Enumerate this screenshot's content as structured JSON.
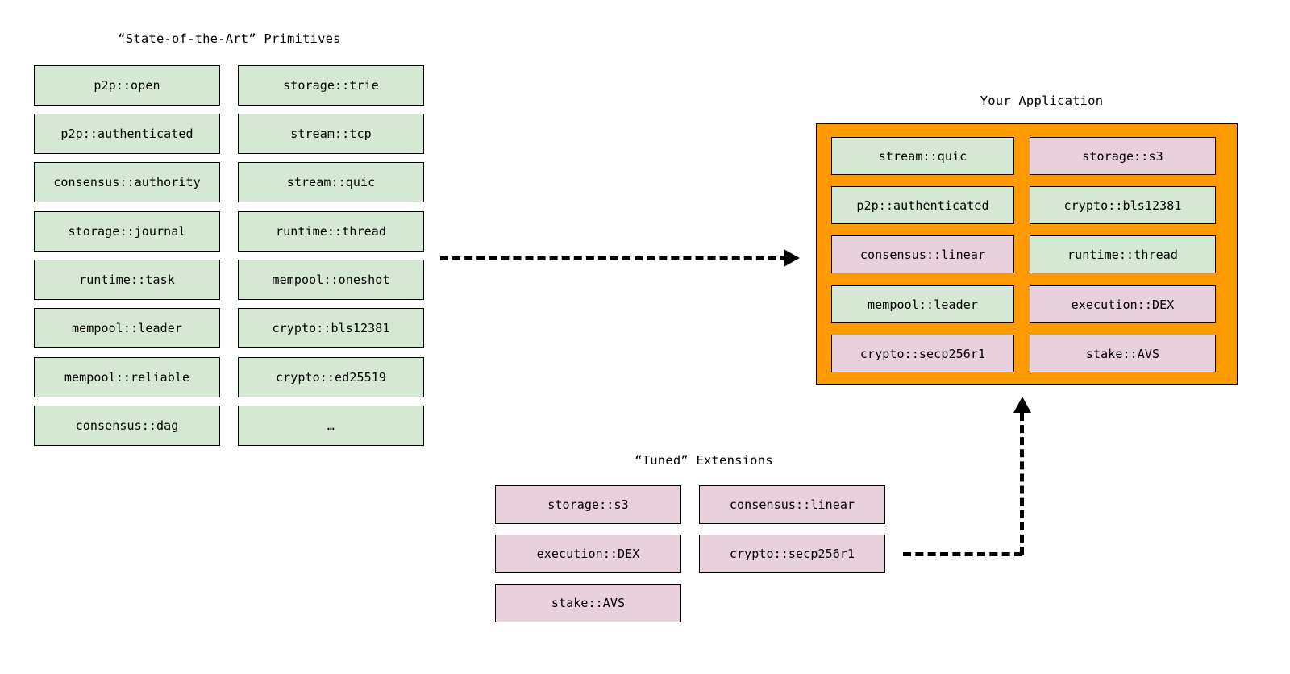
{
  "diagram": {
    "background_color": "#ffffff",
    "colors": {
      "primitive_green": "#d5e8d4",
      "extension_pink": "#e8d0dd",
      "application_frame_orange": "#ff9900",
      "stroke": "#000000"
    }
  },
  "primitives": {
    "title": "“State-of-the-Art” Primitives",
    "column_left": [
      {
        "label": "p2p::open",
        "color": "green"
      },
      {
        "label": "p2p::authenticated",
        "color": "green"
      },
      {
        "label": "consensus::authority",
        "color": "green"
      },
      {
        "label": "storage::journal",
        "color": "green"
      },
      {
        "label": "runtime::task",
        "color": "green"
      },
      {
        "label": "mempool::leader",
        "color": "green"
      },
      {
        "label": "mempool::reliable",
        "color": "green"
      },
      {
        "label": "consensus::dag",
        "color": "green"
      }
    ],
    "column_right": [
      {
        "label": "storage::trie",
        "color": "green"
      },
      {
        "label": "stream::tcp",
        "color": "green"
      },
      {
        "label": "stream::quic",
        "color": "green"
      },
      {
        "label": "runtime::thread",
        "color": "green"
      },
      {
        "label": "mempool::oneshot",
        "color": "green"
      },
      {
        "label": "crypto::bls12381",
        "color": "green"
      },
      {
        "label": "crypto::ed25519",
        "color": "green"
      },
      {
        "label": "…",
        "color": "green"
      }
    ]
  },
  "extensions": {
    "title": "“Tuned” Extensions",
    "column_left": [
      {
        "label": "storage::s3",
        "color": "pink"
      },
      {
        "label": "execution::DEX",
        "color": "pink"
      },
      {
        "label": "stake::AVS",
        "color": "pink"
      }
    ],
    "column_right": [
      {
        "label": "consensus::linear",
        "color": "pink"
      },
      {
        "label": "crypto::secp256r1",
        "color": "pink"
      }
    ]
  },
  "application": {
    "title": "Your Application",
    "column_left": [
      {
        "label": "stream::quic",
        "color": "green"
      },
      {
        "label": "p2p::authenticated",
        "color": "green"
      },
      {
        "label": "consensus::linear",
        "color": "pink"
      },
      {
        "label": "mempool::leader",
        "color": "green"
      },
      {
        "label": "crypto::secp256r1",
        "color": "pink"
      }
    ],
    "column_right": [
      {
        "label": "storage::s3",
        "color": "pink"
      },
      {
        "label": "crypto::bls12381",
        "color": "green"
      },
      {
        "label": "runtime::thread",
        "color": "green"
      },
      {
        "label": "execution::DEX",
        "color": "pink"
      },
      {
        "label": "stake::AVS",
        "color": "pink"
      }
    ]
  },
  "connectors": {
    "primitives_to_application": "dashed-arrow-right",
    "extensions_to_application": "dashed-elbow-arrow-up"
  }
}
